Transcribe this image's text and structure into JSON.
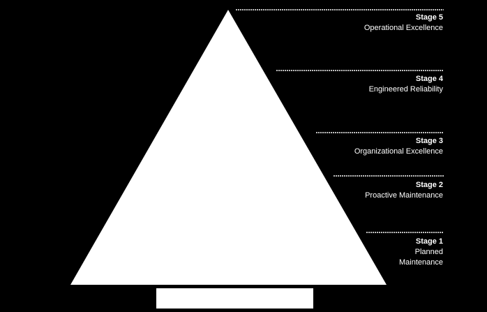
{
  "colors": {
    "background": "#000000",
    "pyramid": "#ffffff",
    "base_bar": "#ffffff",
    "divider": "#ffffff",
    "text": "#ffffff"
  },
  "stages": [
    {
      "number": "Stage 5",
      "name": "Operational Excellence"
    },
    {
      "number": "Stage 4",
      "name": "Engineered Reliability"
    },
    {
      "number": "Stage 3",
      "name": "Organizational Excellence"
    },
    {
      "number": "Stage 2",
      "name": "Proactive Maintenance"
    },
    {
      "number": "Stage 1",
      "name": "Planned\nMaintenance"
    }
  ]
}
